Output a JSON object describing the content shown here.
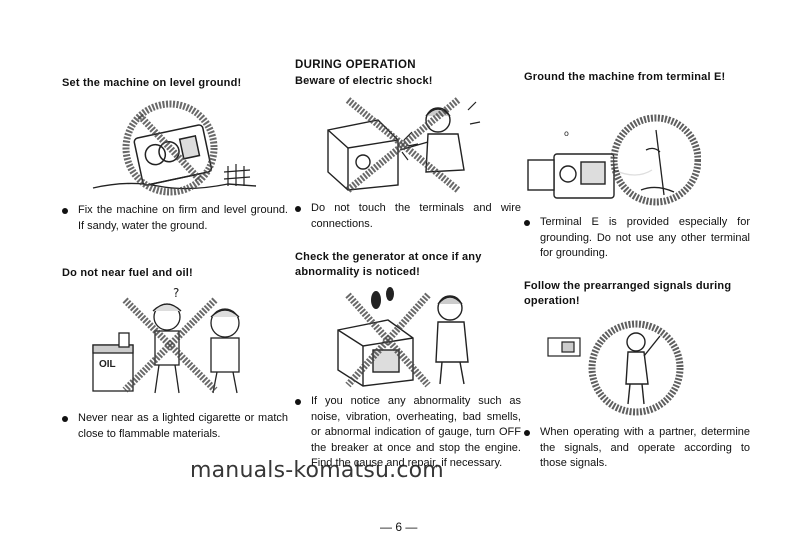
{
  "section_title": "DURING OPERATION",
  "columns": [
    {
      "blocks": [
        {
          "heading": "Set the machine on level ground!",
          "illustration": "generator-on-uneven-ground-prohibited",
          "bullet": "Fix the machine on firm and level ground. If sandy, water the ground."
        },
        {
          "heading": "Do not near fuel and oil!",
          "illustration": "people-smoking-near-fuel-prohibited",
          "bullet": "Never near as a lighted cigarette or match close to flammable materials."
        }
      ]
    },
    {
      "blocks": [
        {
          "heading": "Beware of electric shock!",
          "illustration": "worker-touching-terminals-prohibited",
          "bullet": "Do not touch the terminals and wire connections."
        },
        {
          "heading": "Check the generator at once if any abnormality is noticed!",
          "illustration": "abnormal-generator-prohibited",
          "bullet": "If you notice any abnormality such as noise, vibration, overheating, bad smells, or abnormal indication of gauge, turn OFF the breaker at once and stop the engine. Find the cause and repair, if necessary."
        }
      ]
    },
    {
      "blocks": [
        {
          "heading": "Ground the machine from terminal E!",
          "illustration": "grounding-rod-terminal-e",
          "bullet": "Terminal E is provided especially for grounding. Do not use any other terminal for grounding."
        },
        {
          "heading": "Follow the prearranged signals during operation!",
          "illustration": "worker-giving-hand-signal",
          "bullet": "When operating with a partner, determine the signals, and operate according to those signals."
        }
      ]
    }
  ],
  "watermark": "manuals-komatsu.com",
  "page_number": "— 6 —"
}
